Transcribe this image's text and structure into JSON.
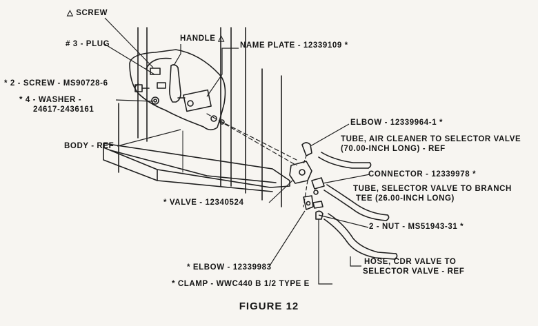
{
  "figure_title": "FIGURE 12",
  "callouts": {
    "screw": "△ SCREW",
    "plug": "# 3 - PLUG",
    "handle": "HANDLE △",
    "name_plate": "NAME PLATE - 12339109 *",
    "screw_2": "* 2 - SCREW - MS90728-6",
    "washer_line1": "* 4 - WASHER -",
    "washer_line2": "24617-2436161",
    "elbow_top": "ELBOW - 12339964-1 *",
    "tube_air_line1": "TUBE, AIR CLEANER TO SELECTOR VALVE",
    "tube_air_line2": "(70.00-INCH LONG) - REF",
    "body_ref": "BODY - REF",
    "connector": "CONNECTOR - 12339978 *",
    "tube_branch_line1": "TUBE, SELECTOR VALVE TO BRANCH",
    "tube_branch_line2": "TEE (26.00-INCH LONG)",
    "valve": "* VALVE - 12340524",
    "nut": "2 - NUT - MS51943-31 *",
    "hose_line1": "HOSE, CDR VALVE TO",
    "hose_line2": "SELECTOR VALVE - REF",
    "elbow_bottom": "* ELBOW - 12339983",
    "clamp": "* CLAMP - WWC440 B 1/2 TYPE E"
  }
}
